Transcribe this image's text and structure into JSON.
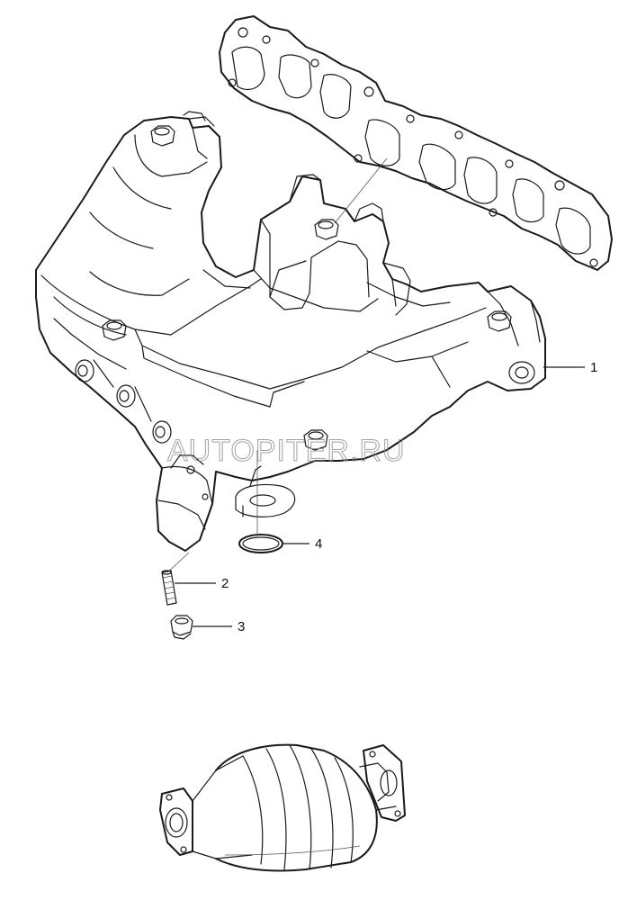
{
  "watermark": "AUTOPITER.RU",
  "callouts": [
    {
      "id": "1",
      "label": "1"
    },
    {
      "id": "2",
      "label": "2"
    },
    {
      "id": "3",
      "label": "3"
    },
    {
      "id": "4",
      "label": "4"
    }
  ]
}
